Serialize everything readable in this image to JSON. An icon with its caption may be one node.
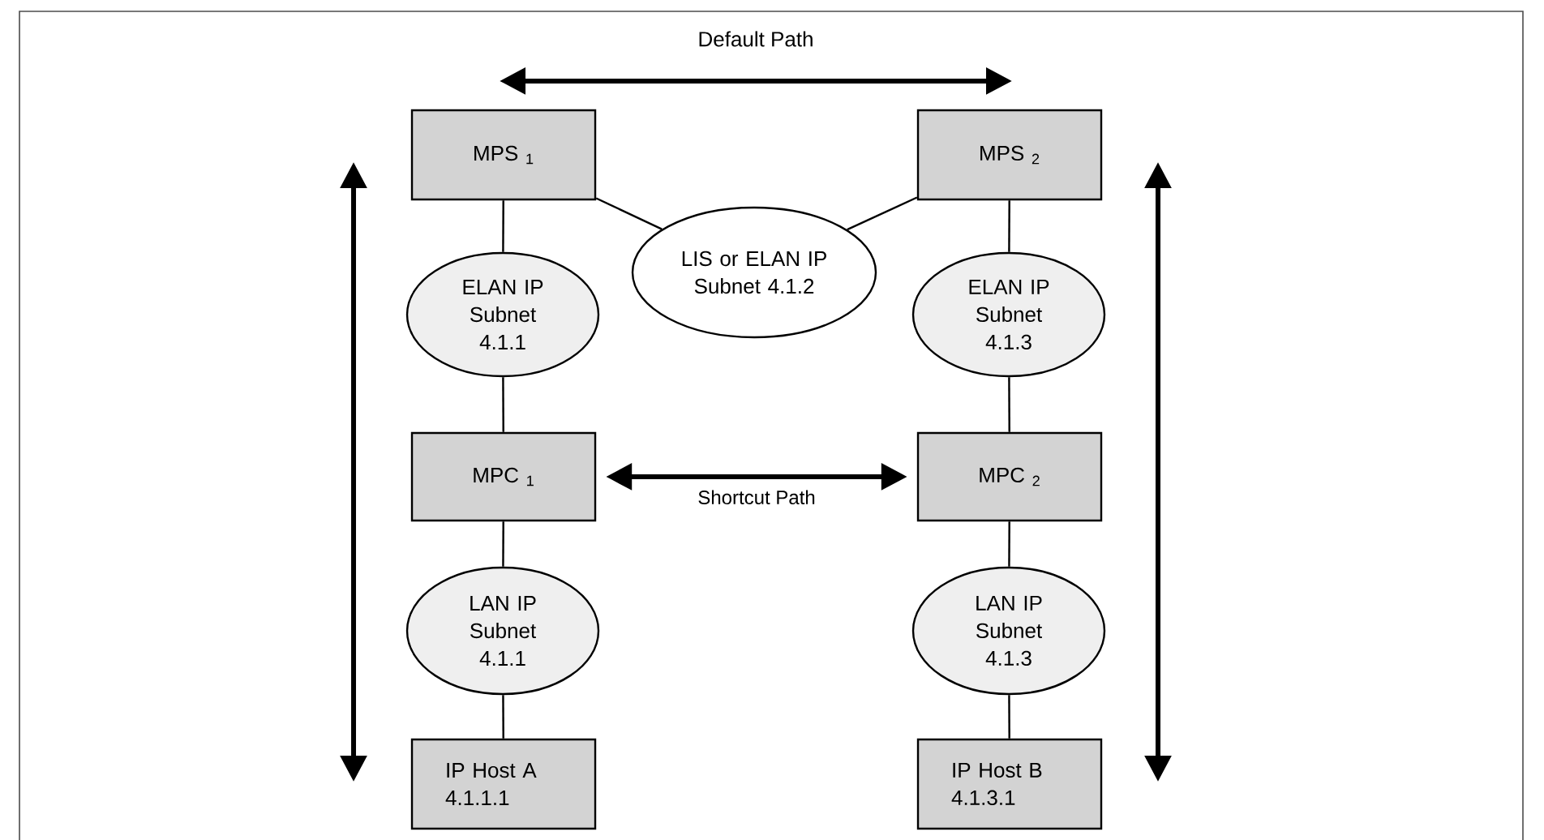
{
  "diagram": {
    "nodes": [
      {
        "text": [
          "MPS $_{1}$"
        ]
      },
      {
        "text": [
          "MPS $_{2}$"
        ]
      },
      {
        "text": [
          "LIS or ELAN IP Subnet 4.1.2"
        ]
      },
      {
        "text": [
          "ELAN IP Subnet 4.1.1"
        ]
      },
      {
        "text": [
          "ELAN IP Subnet 4.1.3"
        ]
      },
      {
        "text": [
          "MPC $_{1}$"
        ]
      },
      {
        "text": [
          "MPC $_{2}$"
        ]
      },
      {
        "text": [
          "LAN IP Subnet 4.1.1"
        ]
      },
      {
        "text": [
          "LAN IP Subnet 4.1.3"
        ]
      },
      {
        "text": [
          "IP Host A 4.1.1.1"
        ]
      },
      {
        "text": [
          "IP Host B 4.1.3.1"
        ]
      }
    ],
    "edges": [
      {
        "from": 0,
        "to": 3,
        "arrow": "none"
      },
      {
        "from": 3,
        "to": 5,
        "arrow": "none"
      },
      {
        "from": 5,
        "to": 7,
        "arrow": "none"
      },
      {
        "from": 7,
        "to": 9,
        "arrow": "none"
      },
      {
        "from": 1,
        "to": 4,
        "arrow": "none"
      },
      {
        "from": 4,
        "to": 6,
        "arrow": "none"
      },
      {
        "from": 6,
        "to": 8,
        "arrow": "none"
      },
      {
        "from": 8,
        "to": 10,
        "arrow": "none"
      },
      {
        "from": 0,
        "to": 2,
        "arrow": "none"
      },
      {
        "from": 2,
        "to": 1,
        "arrow": "none"
      },
      {
        "from": 5,
        "to": 6,
        "arrow": "both",
        "style": "thick",
        "label": "Shortcut Path"
      }
    ],
    "labels": [
      "Default Path"
    ]
  }
}
